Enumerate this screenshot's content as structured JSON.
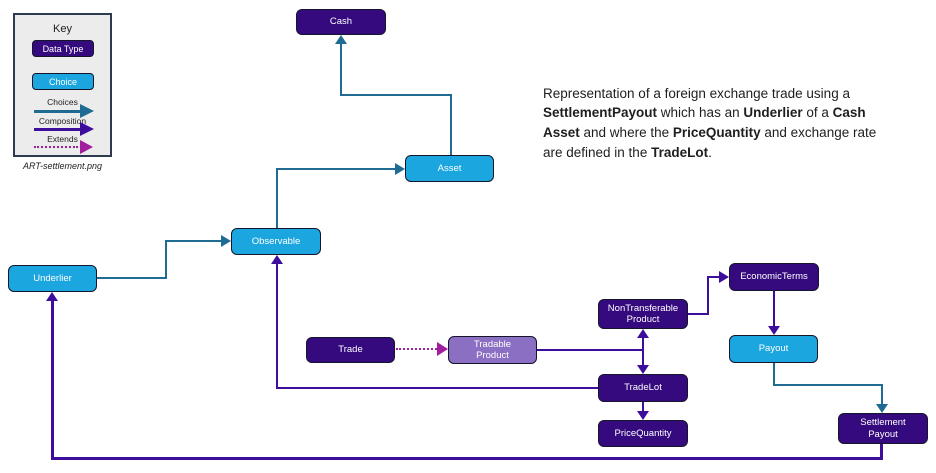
{
  "key_panel": {
    "title": "Key",
    "data_type_label": "Data Type",
    "choice_label": "Choice",
    "choices_label": "Choices",
    "composition_label": "Composition",
    "extends_label": "Extends",
    "caption": "ART-settlement.png"
  },
  "description": {
    "segments": [
      {
        "text": "Representation of a foreign exchange trade using a ",
        "bold": false
      },
      {
        "text": "SettlementPayout",
        "bold": true
      },
      {
        "text": " which has an ",
        "bold": false
      },
      {
        "text": "Underlier",
        "bold": true
      },
      {
        "text": " of a ",
        "bold": false
      },
      {
        "text": "Cash Asset",
        "bold": true
      },
      {
        "text": " and where the ",
        "bold": false
      },
      {
        "text": "PriceQuantity",
        "bold": true
      },
      {
        "text": " and exchange rate are defined in the ",
        "bold": false
      },
      {
        "text": "TradeLot",
        "bold": true
      },
      {
        "text": ".",
        "bold": false
      }
    ]
  },
  "nodes": {
    "cash": "Cash",
    "asset": "Asset",
    "observable": "Observable",
    "underlier": "Underlier",
    "trade": "Trade",
    "tradable_product": "Tradable Product",
    "nontransferable_product": "NonTransferable Product",
    "economic_terms": "EconomicTerms",
    "payout": "Payout",
    "trade_lot": "TradeLot",
    "price_quantity": "PriceQuantity",
    "settlement_payout": "Settlement Payout"
  },
  "colors": {
    "data_type": "#350a7e",
    "choice": "#1ba6df",
    "product": "#8a6fc2",
    "choices_arrow": "#1f6b94",
    "composition_arrow": "#3d0e9c",
    "extends_arrow": "#a21c9e"
  }
}
